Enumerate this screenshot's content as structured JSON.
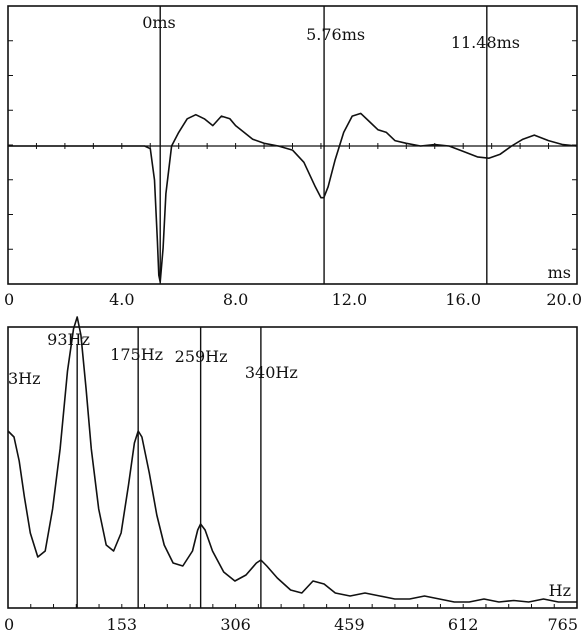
{
  "chart_data": [
    {
      "type": "line",
      "xlim": [
        0,
        20
      ],
      "xticks": [
        "0",
        "4.0",
        "8.0",
        "12.0",
        "16.0",
        "20.0"
      ],
      "xunit": "ms",
      "grid": false,
      "markers": [
        {
          "x": 5.35,
          "label": "0ms"
        },
        {
          "x": 11.11,
          "label": "5.76ms"
        },
        {
          "x": 16.83,
          "label": "11.48ms"
        }
      ],
      "series": [
        {
          "x": [
            0,
            1,
            2,
            3,
            4,
            4.8,
            5.0,
            5.15,
            5.25,
            5.3,
            5.35,
            5.45,
            5.55,
            5.75,
            6.0,
            6.3,
            6.6,
            6.9,
            7.2,
            7.5,
            7.8,
            8.0,
            8.3,
            8.6,
            9.0,
            9.5,
            10.0,
            10.4,
            10.8,
            11.0,
            11.1,
            11.25,
            11.5,
            11.8,
            12.1,
            12.4,
            12.7,
            13.0,
            13.3,
            13.6,
            14.0,
            14.5,
            15.0,
            15.5,
            16.0,
            16.5,
            16.9,
            17.3,
            17.7,
            18.1,
            18.5,
            19.0,
            19.5,
            20.0
          ],
          "y": [
            0,
            0,
            0,
            0,
            0,
            0,
            -0.02,
            -0.25,
            -0.7,
            -0.95,
            -1.0,
            -0.75,
            -0.35,
            0,
            0.1,
            0.2,
            0.23,
            0.2,
            0.15,
            0.22,
            0.2,
            0.15,
            0.1,
            0.05,
            0.02,
            0,
            -0.03,
            -0.12,
            -0.3,
            -0.38,
            -0.38,
            -0.3,
            -0.1,
            0.1,
            0.22,
            0.24,
            0.18,
            0.12,
            0.1,
            0.04,
            0.02,
            0,
            0.01,
            0,
            -0.04,
            -0.08,
            -0.09,
            -0.06,
            0,
            0.05,
            0.08,
            0.04,
            0.01,
            0
          ]
        }
      ]
    },
    {
      "type": "line",
      "xlim": [
        0,
        765
      ],
      "xticks": [
        "0",
        "153",
        "306",
        "459",
        "612",
        "765"
      ],
      "xunit": "Hz",
      "grid": false,
      "markers": [
        {
          "x": 93,
          "label": "93Hz"
        },
        {
          "x": 175,
          "label": "175Hz"
        },
        {
          "x": 259,
          "label": "259Hz"
        },
        {
          "x": 340,
          "label": "340Hz"
        }
      ],
      "annotations": [
        {
          "x": 3,
          "label": "3Hz"
        }
      ],
      "series": [
        {
          "x": [
            0,
            8,
            15,
            22,
            30,
            40,
            50,
            60,
            70,
            80,
            88,
            93,
            98,
            105,
            112,
            122,
            132,
            142,
            152,
            162,
            170,
            175,
            180,
            190,
            200,
            210,
            222,
            235,
            248,
            255,
            259,
            265,
            275,
            290,
            305,
            320,
            334,
            340,
            348,
            362,
            380,
            395,
            410,
            425,
            440,
            460,
            480,
            500,
            520,
            540,
            560,
            580,
            600,
            620,
            640,
            660,
            680,
            700,
            720,
            740,
            765
          ],
          "y": [
            0.58,
            0.56,
            0.48,
            0.36,
            0.24,
            0.16,
            0.18,
            0.32,
            0.52,
            0.78,
            0.92,
            0.96,
            0.9,
            0.72,
            0.52,
            0.32,
            0.2,
            0.18,
            0.24,
            0.4,
            0.54,
            0.58,
            0.56,
            0.44,
            0.3,
            0.2,
            0.14,
            0.13,
            0.18,
            0.25,
            0.27,
            0.25,
            0.18,
            0.11,
            0.08,
            0.1,
            0.14,
            0.15,
            0.13,
            0.09,
            0.05,
            0.04,
            0.08,
            0.07,
            0.04,
            0.03,
            0.04,
            0.03,
            0.02,
            0.02,
            0.03,
            0.02,
            0.01,
            0.01,
            0.02,
            0.01,
            0.015,
            0.01,
            0.02,
            0.01,
            0.01
          ]
        }
      ]
    }
  ]
}
